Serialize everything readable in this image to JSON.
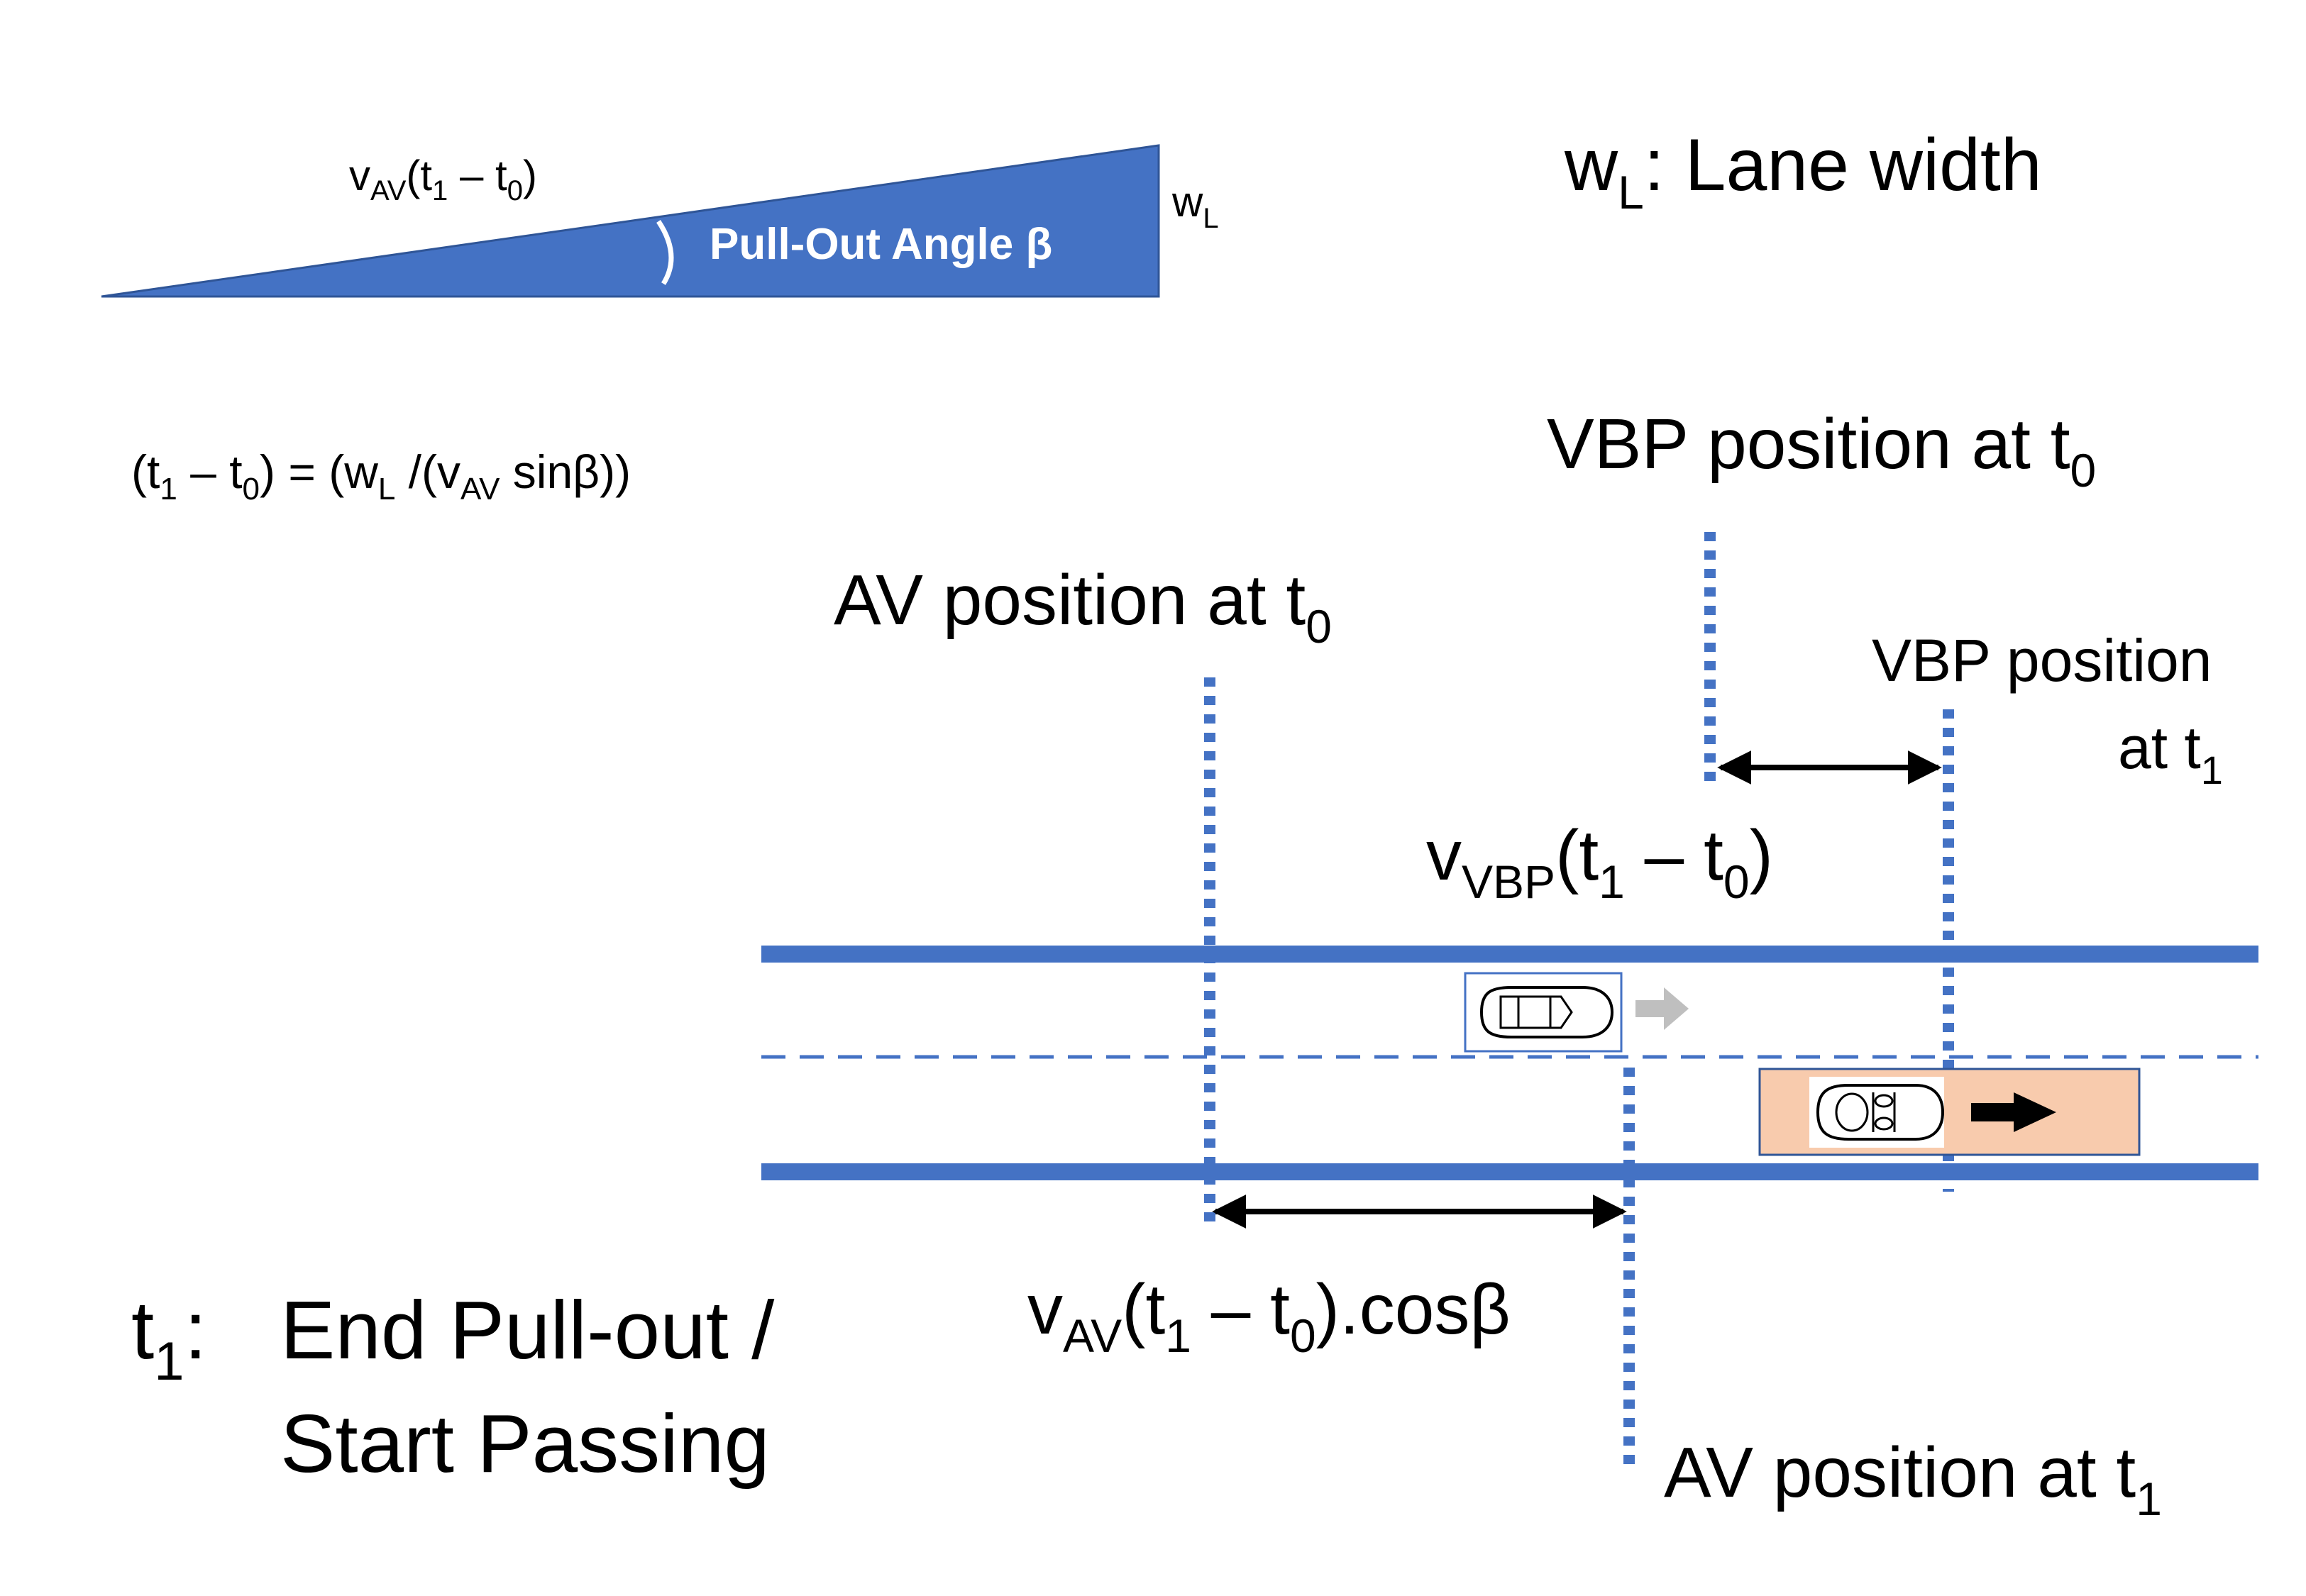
{
  "triangle": {
    "hyp_label": {
      "v": "v",
      "sub_av": "AV",
      "t1": "(t",
      "sub1": "1",
      "minus": " – t",
      "sub0": "0",
      "close": ")"
    },
    "angle_label": "Pull-Out Angle β",
    "side_label": {
      "w": "w",
      "sub": "L"
    }
  },
  "legend": {
    "w": "w",
    "sub": "L",
    "rest": ": Lane width"
  },
  "formula": {
    "p1": "(t",
    "s1": "1",
    "p2": " – t",
    "s2": "0",
    "p3": ") = (w",
    "s3": "L",
    "p4": " /(v",
    "s4": "AV",
    "p5": " sinβ))"
  },
  "labels": {
    "vbp_t0": {
      "text": "VBP position at t",
      "sub": "0"
    },
    "av_t0": {
      "text": "AV position at t",
      "sub": "0"
    },
    "vbp_t1_line1": "VBP position",
    "vbp_t1_line2": {
      "text": "at t",
      "sub": "1"
    },
    "vbp_dist": {
      "v": "v",
      "sub": "VBP",
      "t": "(t",
      "s1": "1",
      "m": " – t",
      "s0": "0",
      "c": ")"
    },
    "av_dist": {
      "v": "v",
      "sub": "AV",
      "t": "(t",
      "s1": "1",
      "m": " – t",
      "s0": "0",
      "c": ").cosβ"
    },
    "av_t1": {
      "text": "AV position at t",
      "sub": "1"
    },
    "phase": {
      "t": "t",
      "sub": "1",
      "colon": ":",
      "line1": "End Pull-out /",
      "line2": "Start Passing"
    }
  },
  "colors": {
    "road_blue": "#4472c4",
    "triangle_fill": "#4472c4",
    "vehicle_box_fill": "#f8cbad",
    "ghost_arrow": "#bfbfbf",
    "arrow_black": "#000000"
  },
  "icons": [
    "car-icon-vbp",
    "car-icon-av"
  ]
}
